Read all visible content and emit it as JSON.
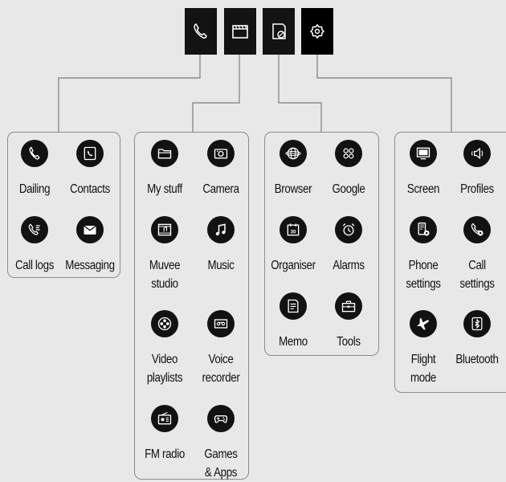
{
  "tabs": [
    {
      "name": "phone-tab",
      "icon": "phone-icon"
    },
    {
      "name": "multimedia-tab",
      "icon": "clapperboard-icon"
    },
    {
      "name": "utilities-tab",
      "icon": "organiser-icon"
    },
    {
      "name": "settings-tab",
      "icon": "gear-icon"
    }
  ],
  "panels": [
    {
      "name": "phone-panel",
      "items": [
        {
          "label": "Dailing",
          "icon": "phone-icon"
        },
        {
          "label": "Contacts",
          "icon": "contacts-icon"
        },
        {
          "label": "Call logs",
          "icon": "call-log-icon"
        },
        {
          "label": "Messaging",
          "icon": "envelope-icon"
        }
      ]
    },
    {
      "name": "multimedia-panel",
      "items": [
        {
          "label": "My stuff",
          "icon": "folder-icon"
        },
        {
          "label": "Camera",
          "icon": "camera-icon"
        },
        {
          "label": "Muvee\nstudio",
          "icon": "film-icon"
        },
        {
          "label": "Music",
          "icon": "music-note-icon"
        },
        {
          "label": "Video\nplaylists",
          "icon": "film-reel-icon"
        },
        {
          "label": "Voice\nrecorder",
          "icon": "cassette-icon"
        },
        {
          "label": "FM radio",
          "icon": "radio-icon"
        },
        {
          "label": "Games\n& Apps",
          "icon": "gamepad-icon"
        }
      ]
    },
    {
      "name": "utilities-panel",
      "items": [
        {
          "label": "Browser",
          "icon": "globe-icon"
        },
        {
          "label": "Google",
          "icon": "google-icon"
        },
        {
          "label": "Organiser",
          "icon": "calendar-icon"
        },
        {
          "label": "Alarms",
          "icon": "alarm-clock-icon"
        },
        {
          "label": "Memo",
          "icon": "memo-icon"
        },
        {
          "label": "Tools",
          "icon": "toolbox-icon"
        }
      ]
    },
    {
      "name": "settings-panel",
      "items": [
        {
          "label": "Screen",
          "icon": "screen-icon"
        },
        {
          "label": "Profiles",
          "icon": "speaker-icon"
        },
        {
          "label": "Phone\nsettings",
          "icon": "phone-settings-icon"
        },
        {
          "label": "Call\nsettings",
          "icon": "call-settings-icon"
        },
        {
          "label": "Flight\nmode",
          "icon": "airplane-icon"
        },
        {
          "label": "Bluetooth",
          "icon": "bluetooth-icon"
        }
      ]
    }
  ],
  "colors": {
    "background": "#e8e8e8",
    "icon": "#121212",
    "panel_border": "#8d8d8d",
    "connector": "#8d8d8d"
  }
}
